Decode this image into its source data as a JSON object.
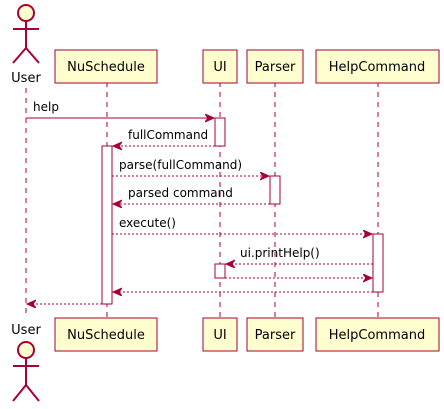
{
  "colors": {
    "participant_fill": "#fefece",
    "border": "#a80036",
    "text": "#000000"
  },
  "participants": {
    "user": "User",
    "nuschedule": "NuSchedule",
    "ui": "UI",
    "parser": "Parser",
    "helpcommand": "HelpCommand"
  },
  "messages": [
    {
      "from": "User",
      "to": "UI",
      "label": "help",
      "style": "solid"
    },
    {
      "from": "UI",
      "to": "NuSchedule",
      "label": "fullCommand",
      "style": "dashed"
    },
    {
      "from": "NuSchedule",
      "to": "Parser",
      "label": "parse(fullCommand)",
      "style": "dashed"
    },
    {
      "from": "Parser",
      "to": "NuSchedule",
      "label": "parsed command",
      "style": "dashed"
    },
    {
      "from": "NuSchedule",
      "to": "HelpCommand",
      "label": "execute()",
      "style": "dashed"
    },
    {
      "from": "HelpCommand",
      "to": "UI",
      "label": "ui.printHelp()",
      "style": "dashed"
    },
    {
      "from": "UI",
      "to": "HelpCommand",
      "label": "",
      "style": "dashed"
    },
    {
      "from": "HelpCommand",
      "to": "NuSchedule",
      "label": "",
      "style": "dashed"
    },
    {
      "from": "NuSchedule",
      "to": "User",
      "label": "",
      "style": "dashed"
    }
  ]
}
